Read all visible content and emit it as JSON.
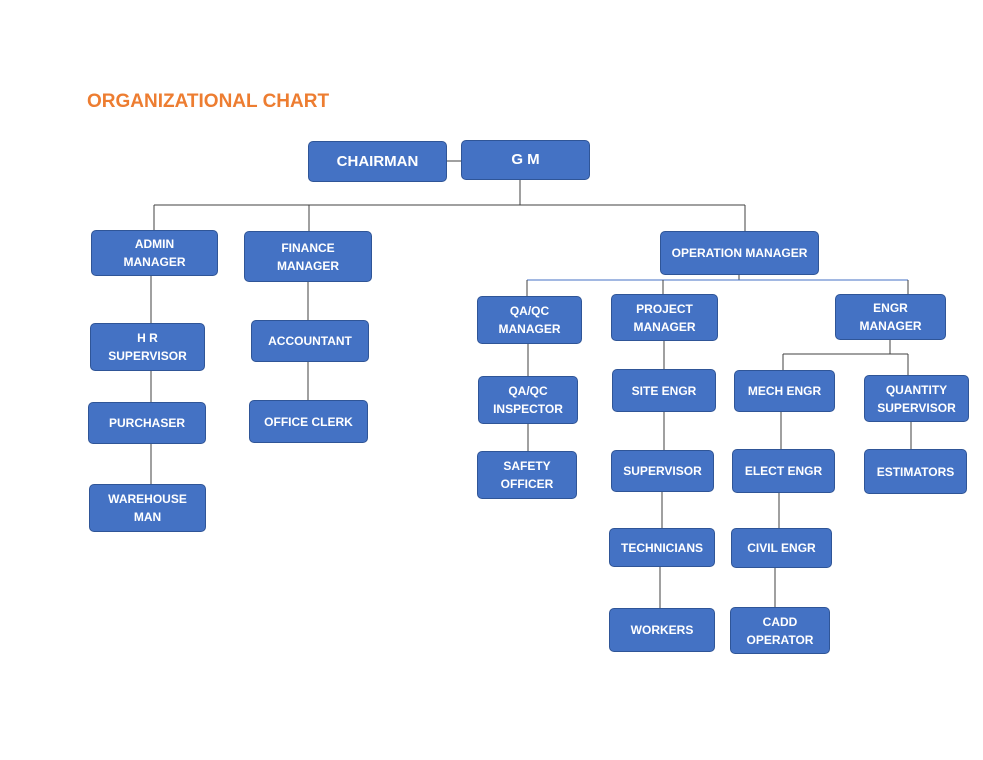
{
  "title": "ORGANIZATIONAL CHART",
  "colors": {
    "title": "#ED7D31",
    "box_fill": "#4472C4",
    "box_border": "#2F5597",
    "connector": "#404040",
    "text": "#ffffff"
  },
  "nodes": {
    "chairman": "CHAIRMAN",
    "gm": "G M",
    "admin_manager": "ADMIN\nMANAGER",
    "finance_manager": "FINANCE\nMANAGER",
    "operation_manager": "OPERATION MANAGER",
    "hr_supervisor": "H R\nSUPERVISOR",
    "purchaser": "PURCHASER",
    "warehouse_man": "WAREHOUSE\nMAN",
    "accountant": "ACCOUNTANT",
    "office_clerk": "OFFICE CLERK",
    "qaqc_manager": "QA/QC\nMANAGER",
    "project_manager": "PROJECT\nMANAGER",
    "engr_manager": "ENGR\nMANAGER",
    "qaqc_inspector": "QA/QC\nINSPECTOR",
    "safety_officer": "SAFETY\nOFFICER",
    "site_engr": "SITE ENGR",
    "supervisor": "SUPERVISOR",
    "technicians": "TECHNICIANS",
    "workers": "WORKERS",
    "mech_engr": "MECH ENGR",
    "elect_engr": "ELECT ENGR",
    "civil_engr": "CIVIL ENGR",
    "cadd_operator": "CADD\nOPERATOR",
    "quantity_supervisor": "QUANTITY\nSUPERVISOR",
    "estimators": "ESTIMATORS"
  }
}
